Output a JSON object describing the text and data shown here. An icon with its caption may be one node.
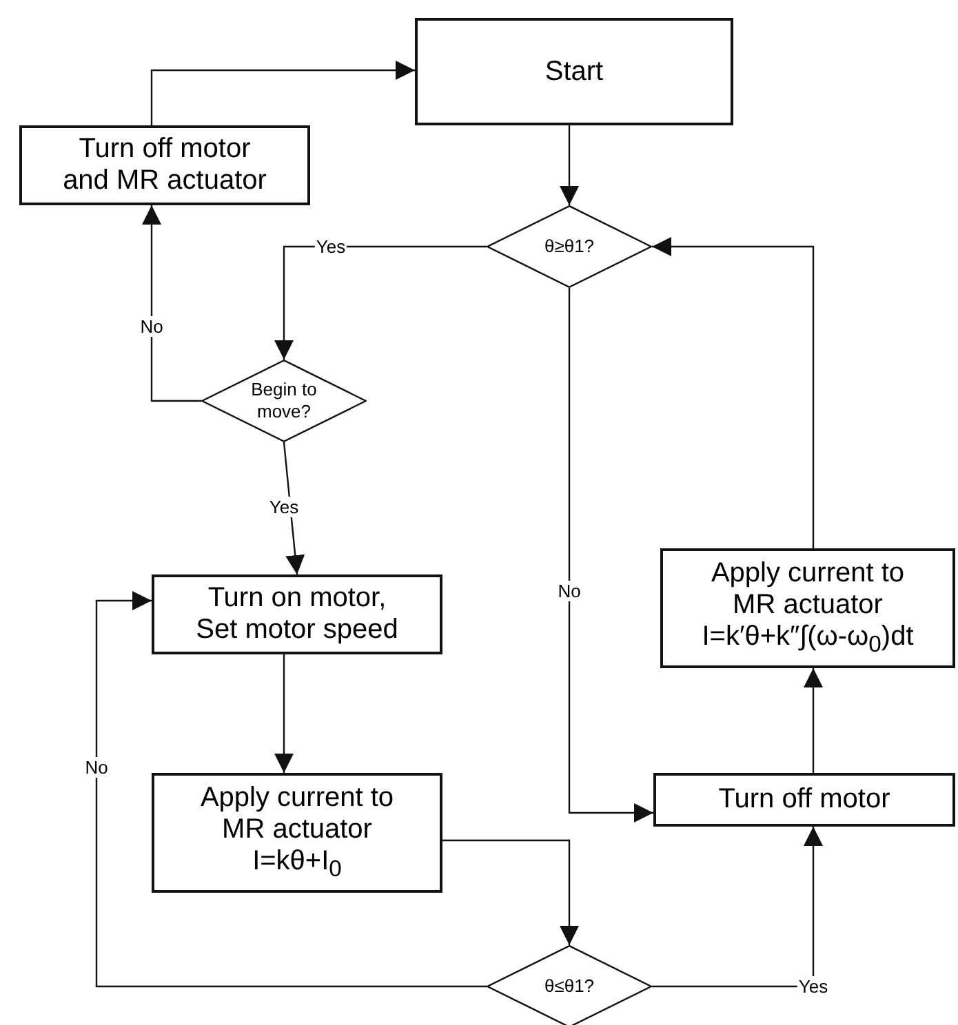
{
  "diagram": {
    "nodes": [
      {
        "text": [
          "Start"
        ]
      },
      {
        "text": [
          "Turn off motor and MR actuator"
        ]
      },
      {
        "text": [
          "θ≥θ1?"
        ]
      },
      {
        "text": [
          "Begin to move?"
        ]
      },
      {
        "text": [
          "Turn on motor, Set motor speed"
        ]
      },
      {
        "text": [
          "Apply current to MR actuator I=kθ+I$_{0}$"
        ]
      },
      {
        "text": [
          "θ≤θ1?"
        ]
      },
      {
        "text": [
          "Turn off motor"
        ]
      },
      {
        "text": [
          "Apply current to MR actuator I=k′θ+k″∫(ω-ω$_{0}$)dt"
        ]
      }
    ],
    "edges": [
      {
        "from": 0,
        "to": 2,
        "arrow": "to"
      },
      {
        "from": 2,
        "to": 3,
        "arrow": "to",
        "label": "Yes"
      },
      {
        "from": 3,
        "to": 1,
        "arrow": "to",
        "label": "No"
      },
      {
        "from": 3,
        "to": 4,
        "arrow": "to",
        "label": "Yes"
      },
      {
        "from": 1,
        "to": 0,
        "arrow": "to"
      },
      {
        "from": 4,
        "to": 5,
        "arrow": "to"
      },
      {
        "from": 5,
        "to": 6,
        "arrow": "to"
      },
      {
        "from": 6,
        "to": 4,
        "arrow": "to",
        "label": "No"
      },
      {
        "from": 6,
        "to": 7,
        "arrow": "to",
        "label": "Yes"
      },
      {
        "from": 2,
        "to": 7,
        "arrow": "to",
        "label": "No"
      },
      {
        "from": 7,
        "to": 8,
        "arrow": "to"
      },
      {
        "from": 8,
        "to": 2,
        "arrow": "to"
      }
    ]
  }
}
